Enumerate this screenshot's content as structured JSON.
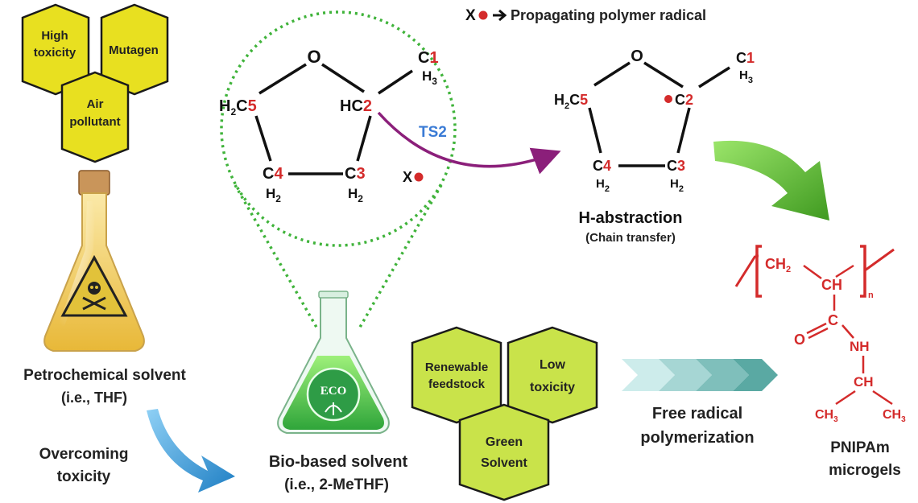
{
  "legend": {
    "symbol": "X",
    "text": "Propagating polymer radical"
  },
  "hazards": [
    "High toxicity",
    "Mutagen",
    "Air pollutant"
  ],
  "hazard_lines": {
    "high": [
      "High",
      "toxicity"
    ],
    "mutagen": [
      "Mutagen"
    ],
    "air": [
      "Air",
      "pollutant"
    ]
  },
  "thf": {
    "o": "O",
    "c1": {
      "pre": "C",
      "num": "1",
      "sub": "H",
      "sub2": "3"
    },
    "c2": {
      "pre": "HC",
      "num": "2"
    },
    "c5": {
      "pre": "H",
      "sub": "2",
      "mid": "C",
      "num": "5"
    },
    "c4": {
      "pre": "C",
      "num": "4",
      "h": "H",
      "hsub": "2"
    },
    "c3": {
      "pre": "C",
      "num": "3",
      "h": "H",
      "hsub": "2"
    },
    "x": "X"
  },
  "ts": "TS2",
  "radical_product": {
    "o": "O",
    "c1": {
      "pre": "C",
      "num": "1",
      "sub": "H",
      "sub2": "3"
    },
    "c2": {
      "pre": "C",
      "num": "2"
    },
    "c5": {
      "pre": "H",
      "sub": "2",
      "mid": "C",
      "num": "5"
    },
    "c4": {
      "pre": "C",
      "num": "4",
      "h": "H",
      "hsub": "2"
    },
    "c3": {
      "pre": "C",
      "num": "3",
      "h": "H",
      "hsub": "2"
    }
  },
  "h_abstraction": "H-abstraction",
  "chain_transfer": "(Chain transfer)",
  "petro_label": "Petrochemical solvent",
  "petro_sub": "(i.e., THF)",
  "overcoming": [
    "Overcoming",
    "toxicity"
  ],
  "bio_label": "Bio-based solvent",
  "bio_sub": "(i.e., 2-MeTHF)",
  "eco": {
    "title": "ECO"
  },
  "benefits_lines": {
    "renewable": [
      "Renewable",
      "feedstock"
    ],
    "low": [
      "Low",
      "toxicity"
    ],
    "green": [
      "Green",
      "Solvent"
    ]
  },
  "free_radical": [
    "Free radical",
    "polymerization"
  ],
  "pnipam": [
    "PNIPAm",
    "microgels"
  ],
  "polymer": {
    "ch2": "CH",
    "ch2sub": "2",
    "ch": "CH",
    "n": "n",
    "c": "C",
    "o": "O",
    "nh": "NH",
    "ch_iso": "CH",
    "ch3": "CH",
    "ch3sub": "3"
  },
  "colors": {
    "hazard": "#e8e020",
    "benefit": "#c9e34a",
    "red": "#d42b2b",
    "arrow_purple": "#8b1f7a",
    "ts_blue": "#3a7bd5",
    "green_arrow": "#5fb82e",
    "blue_arrow": "#2f8fd0",
    "teal_arrow": "#5aa9a3"
  }
}
